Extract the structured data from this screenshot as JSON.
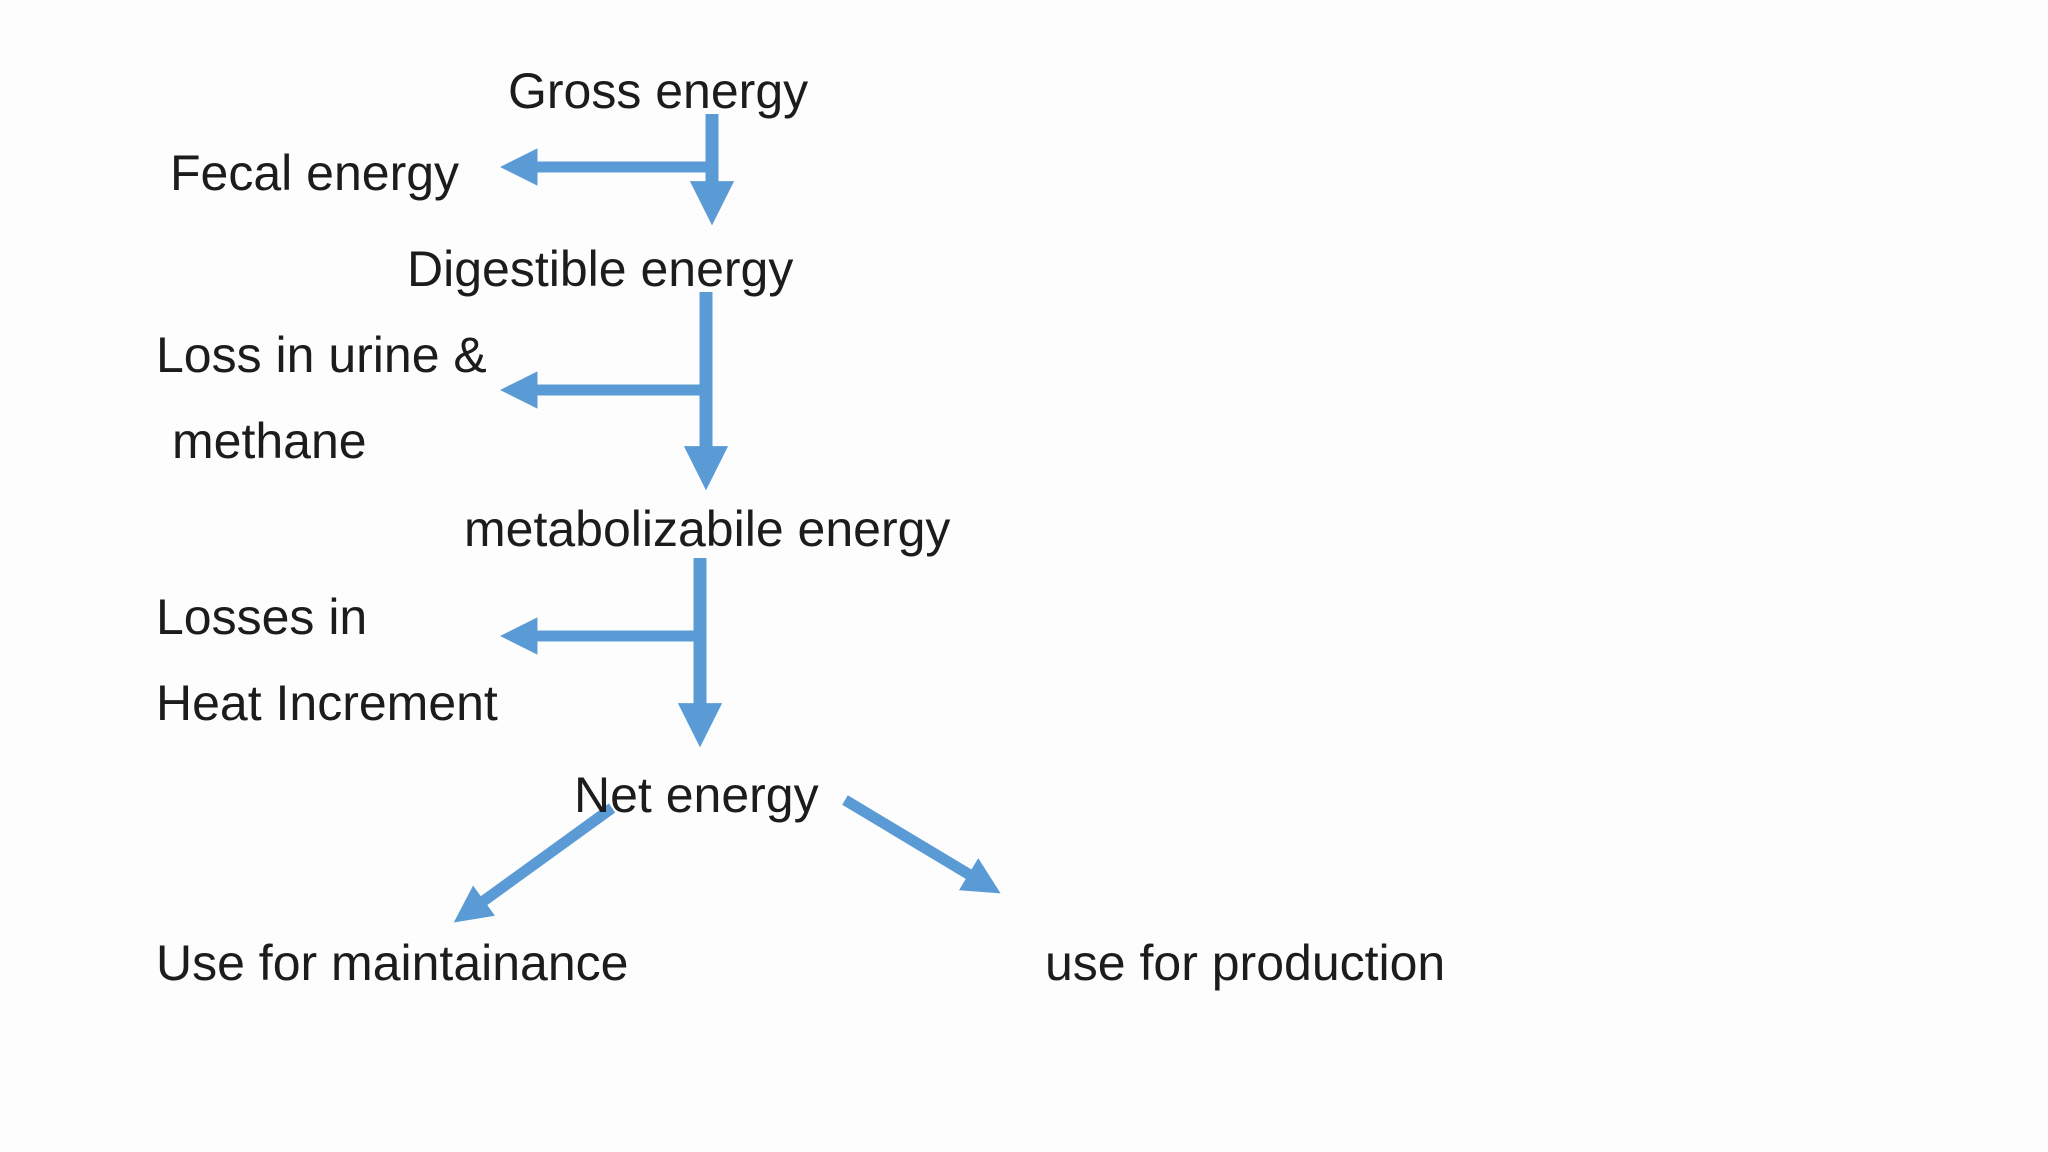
{
  "diagram": {
    "nodes": {
      "gross_energy": "Gross energy",
      "fecal_energy": "Fecal energy",
      "digestible_energy": "Digestible energy",
      "urine_methane_line1": "Loss in urine &",
      "urine_methane_line2": "methane",
      "metabolizable_energy": "metabolizabile energy",
      "heat_increment_line1": "Losses in",
      "heat_increment_line2": "Heat Increment",
      "net_energy": "Net energy",
      "use_for_maintenance": "Use for maintainance",
      "use_for_production": "use for production"
    },
    "colors": {
      "arrow": "#5b9bd5",
      "text": "#1c1c1c",
      "background": "#fdfdfd"
    }
  }
}
